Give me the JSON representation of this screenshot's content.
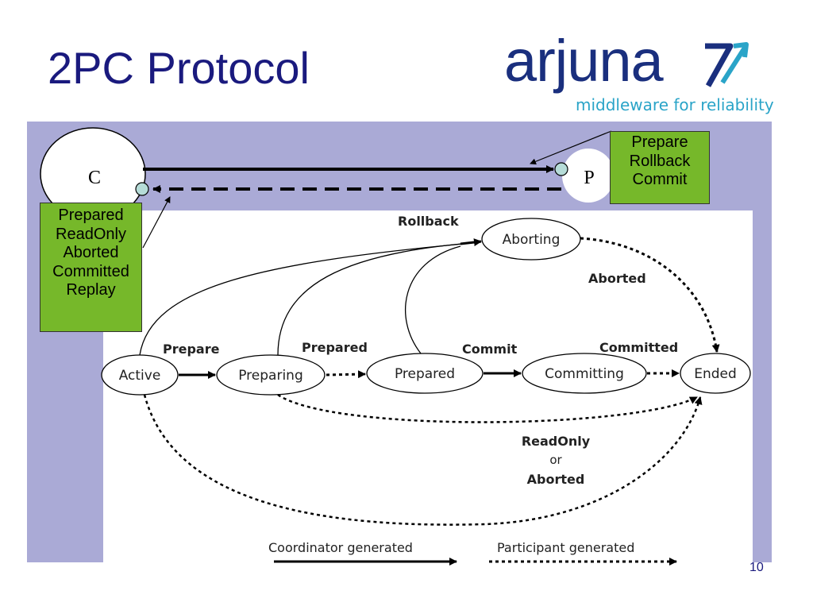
{
  "title": "2PC Protocol",
  "logo": {
    "word": "arjuna",
    "tagline": "middleware for reliability"
  },
  "colors": {
    "title": "#1a1a7e",
    "band": "#aaaad6",
    "note_box": "#76b82a",
    "node_fill": "#b6dcd8"
  },
  "coordinator": {
    "label": "C"
  },
  "participant": {
    "label": "P"
  },
  "coordinator_messages": [
    "Prepare",
    "Rollback",
    "Commit"
  ],
  "participant_messages": [
    "Prepared",
    "ReadOnly",
    "Aborted",
    "Committed",
    "Replay"
  ],
  "states": {
    "active": "Active",
    "preparing": "Preparing",
    "prepared": "Prepared",
    "committing": "Committing",
    "ended": "Ended",
    "aborting": "Aborting"
  },
  "transitions": {
    "rollback": "Rollback",
    "aborted": "Aborted",
    "prepare": "Prepare",
    "prepared": "Prepared",
    "commit": "Commit",
    "committed": "Committed",
    "readonly": "ReadOnly",
    "or": "or",
    "aborted2": "Aborted"
  },
  "legend": {
    "coordinator": "Coordinator generated",
    "participant": "Participant generated"
  },
  "page_number": "10"
}
